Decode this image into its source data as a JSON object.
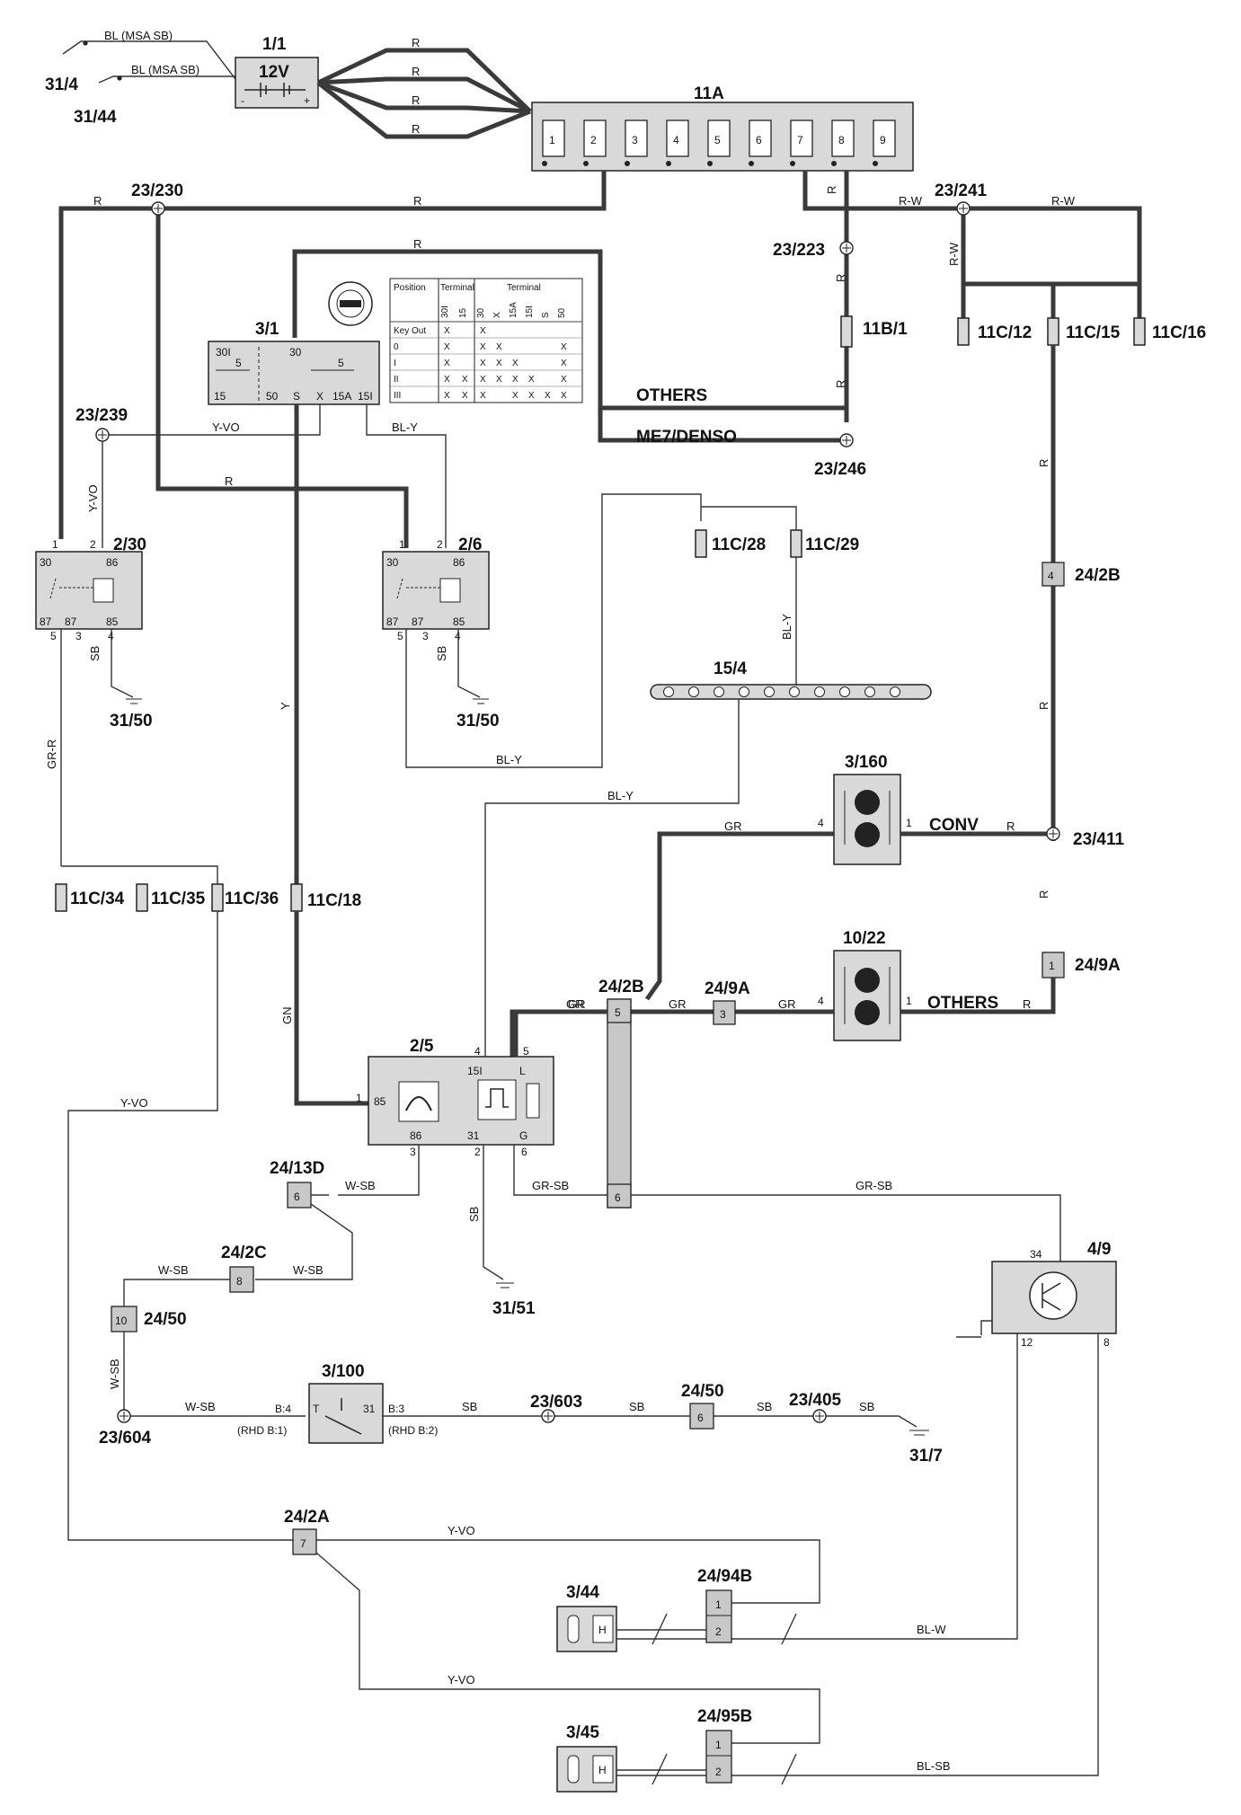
{
  "components": {
    "battery": {
      "id": "1/1",
      "voltage": "12V",
      "minus": "-",
      "plus": "+"
    },
    "fusebox": {
      "id": "11A",
      "fuses": [
        "1",
        "2",
        "3",
        "4",
        "5",
        "6",
        "7",
        "8",
        "9"
      ]
    },
    "ignition": {
      "id": "3/1",
      "terms": [
        "30I",
        "30",
        "5",
        "5",
        "15",
        "50",
        "S",
        "X",
        "15A",
        "15I"
      ]
    },
    "relay_230": {
      "id": "2/30"
    },
    "relay_26": {
      "id": "2/6"
    },
    "relay_terms": [
      "30",
      "86",
      "87",
      "87",
      "85"
    ],
    "control_25": {
      "id": "2/5",
      "terms": [
        "85",
        "86",
        "31",
        "15I",
        "L",
        "G"
      ]
    },
    "horn_3160": {
      "id": "3/160"
    },
    "horn_1022": {
      "id": "10/22"
    },
    "module_49": {
      "id": "4/9"
    },
    "switch_3100": {
      "id": "3/100",
      "left": "B:4",
      "left_rhd": "(RHD B:1)",
      "right": "B:3",
      "right_rhd": "(RHD B:2)",
      "t": "T",
      "n31": "31"
    },
    "h_344": {
      "id": "3/44",
      "h": "H"
    },
    "h_345": {
      "id": "3/45",
      "h": "H"
    },
    "busbar": {
      "id": "15/4"
    }
  },
  "fuses": {
    "f11b1": "11B/1",
    "f11c12": "11C/12",
    "f11c15": "11C/15",
    "f11c16": "11C/16",
    "f11c28": "11C/28",
    "f11c29": "11C/29",
    "f11c34": "11C/34",
    "f11c35": "11C/35",
    "f11c36": "11C/36",
    "f11c18": "11C/18"
  },
  "connectors": {
    "c242b_4": {
      "id": "24/2B",
      "pin": "4"
    },
    "c249a_1": {
      "id": "24/9A",
      "pin": "1"
    },
    "c242b_5": {
      "id": "24/2B",
      "pin": "5",
      "pin2": "6"
    },
    "c249a_3": {
      "id": "24/9A",
      "pin": "3"
    },
    "c2413d": {
      "id": "24/13D",
      "pin": "6"
    },
    "c242c": {
      "id": "24/2C",
      "pin": "8"
    },
    "c2450a": {
      "id": "24/50",
      "pin": "10"
    },
    "c2450b": {
      "id": "24/50",
      "pin": "6"
    },
    "c242a": {
      "id": "24/2A",
      "pin": "7"
    },
    "c2494b": {
      "id": "24/94B",
      "p1": "1",
      "p2": "2"
    },
    "c2495b": {
      "id": "24/95B",
      "p1": "1",
      "p2": "2"
    }
  },
  "splices": {
    "s23230": "23/230",
    "s23241": "23/241",
    "s23223": "23/223",
    "s23239": "23/239",
    "s23246": "23/246",
    "s23411": "23/411",
    "s23603": "23/603",
    "s23405": "23/405",
    "s23604": "23/604"
  },
  "grounds": {
    "g314": "31/4",
    "g3144": "31/44",
    "g3150a": "31/50",
    "g3150b": "31/50",
    "g3151": "31/51",
    "g317": "31/7"
  },
  "wire_labels": {
    "bl_msa_1": "BL (MSA SB)",
    "bl_msa_2": "BL (MSA SB)",
    "R": "R",
    "RW": "R-W",
    "YVO": "Y-VO",
    "BLY": "BL-Y",
    "Y": "Y",
    "SB": "SB",
    "GRR": "GR-R",
    "GN": "GN",
    "GR": "GR",
    "GRSB": "GR-SB",
    "WSB": "W-SB",
    "BLW": "BL-W",
    "BLSB": "BL-SB",
    "others1": "OTHERS",
    "me7": "ME7/DENSO",
    "conv": "CONV",
    "others2": "OTHERS"
  },
  "ignition_table": {
    "h_position": "Position",
    "h_terminal1": "Terminal",
    "h_terminal2": "Terminal",
    "cols1": [
      "30I",
      "15"
    ],
    "cols2": [
      "30",
      "X",
      "15A",
      "15I",
      "S",
      "50"
    ],
    "rows": [
      "Key Out",
      "0",
      "I",
      "II",
      "III"
    ],
    "marks": [
      [
        "X",
        "",
        "X",
        "",
        "",
        "",
        "",
        ""
      ],
      [
        "X",
        "",
        "X",
        "X",
        "",
        "",
        "",
        "X"
      ],
      [
        "X",
        "",
        "X",
        "X",
        "X",
        "",
        "",
        "X"
      ],
      [
        "X",
        "X",
        "X",
        "X",
        "X",
        "X",
        "",
        "X"
      ],
      [
        "X",
        "X",
        "X",
        "",
        "X",
        "X",
        "X",
        "X"
      ]
    ]
  },
  "pin_labels": {
    "p1": "1",
    "p2": "2",
    "p3": "3",
    "p4": "4",
    "p5": "5",
    "p6": "6",
    "p8": "8",
    "p12": "12",
    "p34": "34"
  }
}
